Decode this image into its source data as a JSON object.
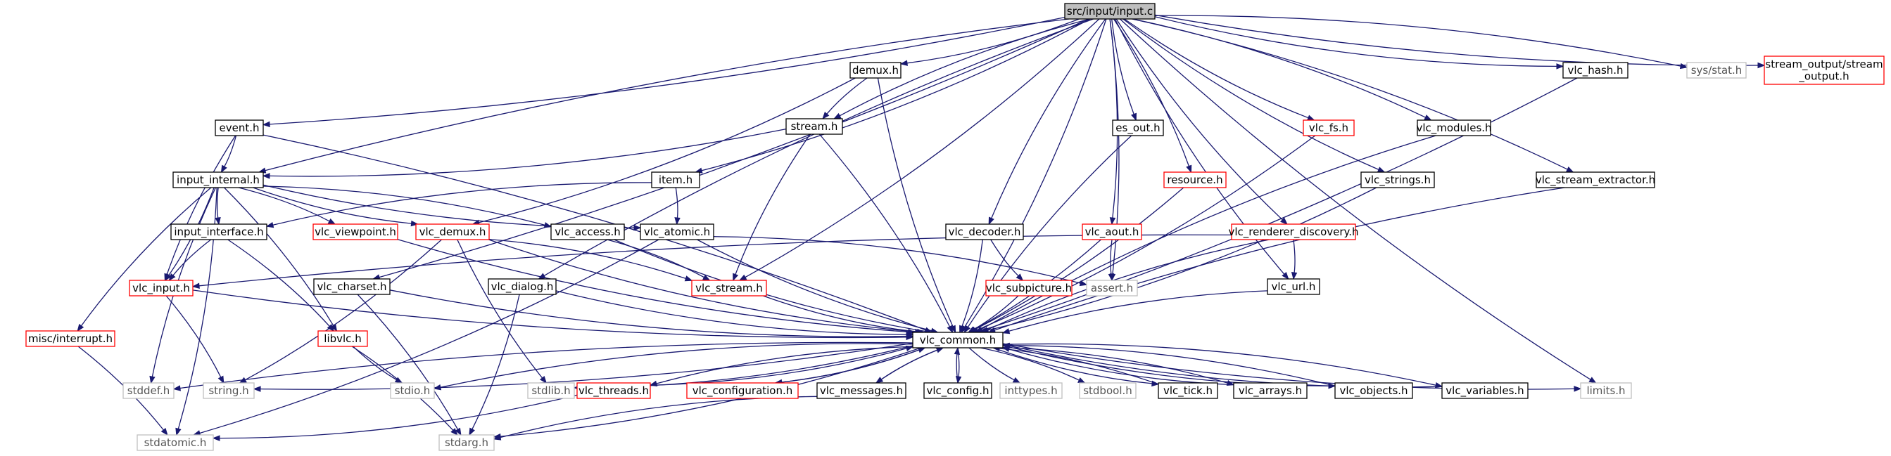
{
  "graph": {
    "title": "src/input/input.c",
    "colors": {
      "root_fill": "#bfbfbf",
      "root_border": "#000000",
      "documented_border": "#000000",
      "undocumented_border": "#ff0000",
      "external_border": "#bfbfbf",
      "external_text": "#555555",
      "edge": "#191970"
    },
    "nodes": [
      {
        "id": "input_c",
        "kind": "root",
        "label": [
          "src/input/input.c"
        ]
      },
      {
        "id": "event_h",
        "kind": "doc",
        "label": [
          "event.h"
        ]
      },
      {
        "id": "input_internal_h",
        "kind": "doc",
        "label": [
          "input_internal.h"
        ]
      },
      {
        "id": "demux_h",
        "kind": "doc",
        "label": [
          "demux.h"
        ]
      },
      {
        "id": "stream_h",
        "kind": "doc",
        "label": [
          "stream.h"
        ]
      },
      {
        "id": "item_h",
        "kind": "doc",
        "label": [
          "item.h"
        ]
      },
      {
        "id": "es_out_h",
        "kind": "doc",
        "label": [
          "es_out.h"
        ]
      },
      {
        "id": "resource_h",
        "kind": "red",
        "label": [
          "resource.h"
        ]
      },
      {
        "id": "vlc_fs_h",
        "kind": "red",
        "label": [
          "vlc_fs.h"
        ]
      },
      {
        "id": "vlc_modules_h",
        "kind": "doc",
        "label": [
          "vlc_modules.h"
        ]
      },
      {
        "id": "vlc_strings_h",
        "kind": "doc",
        "label": [
          "vlc_strings.h"
        ]
      },
      {
        "id": "vlc_stream_extractor_h",
        "kind": "doc",
        "label": [
          "vlc_stream_extractor.h"
        ]
      },
      {
        "id": "vlc_hash_h",
        "kind": "doc",
        "label": [
          "vlc_hash.h"
        ]
      },
      {
        "id": "sys_stat_h",
        "kind": "ext",
        "label": [
          "sys/stat.h"
        ]
      },
      {
        "id": "stream_output_h",
        "kind": "red",
        "label": [
          "stream_output/stream",
          "_output.h"
        ]
      },
      {
        "id": "input_interface_h",
        "kind": "doc",
        "label": [
          "input_interface.h"
        ]
      },
      {
        "id": "vlc_viewpoint_h",
        "kind": "red",
        "label": [
          "vlc_viewpoint.h"
        ]
      },
      {
        "id": "vlc_demux_h",
        "kind": "red",
        "label": [
          "vlc_demux.h"
        ]
      },
      {
        "id": "vlc_access_h",
        "kind": "doc",
        "label": [
          "vlc_access.h"
        ]
      },
      {
        "id": "vlc_atomic_h",
        "kind": "doc",
        "label": [
          "vlc_atomic.h"
        ]
      },
      {
        "id": "vlc_decoder_h",
        "kind": "doc",
        "label": [
          "vlc_decoder.h"
        ]
      },
      {
        "id": "vlc_aout_h",
        "kind": "red",
        "label": [
          "vlc_aout.h"
        ]
      },
      {
        "id": "vlc_renderer_discovery_h",
        "kind": "red",
        "label": [
          "vlc_renderer_discovery.h"
        ]
      },
      {
        "id": "vlc_input_h",
        "kind": "red",
        "label": [
          "vlc_input.h"
        ]
      },
      {
        "id": "vlc_charset_h",
        "kind": "doc",
        "label": [
          "vlc_charset.h"
        ]
      },
      {
        "id": "vlc_dialog_h",
        "kind": "doc",
        "label": [
          "vlc_dialog.h"
        ]
      },
      {
        "id": "vlc_stream_h",
        "kind": "red",
        "label": [
          "vlc_stream.h"
        ]
      },
      {
        "id": "vlc_subpicture_h",
        "kind": "red",
        "label": [
          "vlc_subpicture.h"
        ]
      },
      {
        "id": "assert_h",
        "kind": "ext",
        "label": [
          "assert.h"
        ]
      },
      {
        "id": "vlc_url_h",
        "kind": "doc",
        "label": [
          "vlc_url.h"
        ]
      },
      {
        "id": "misc_interrupt_h",
        "kind": "red",
        "label": [
          "misc/interrupt.h"
        ]
      },
      {
        "id": "libvlc_h",
        "kind": "red",
        "label": [
          "libvlc.h"
        ]
      },
      {
        "id": "vlc_common_h",
        "kind": "doc",
        "label": [
          "vlc_common.h"
        ]
      },
      {
        "id": "stddef_h",
        "kind": "ext",
        "label": [
          "stddef.h"
        ]
      },
      {
        "id": "string_h",
        "kind": "ext",
        "label": [
          "string.h"
        ]
      },
      {
        "id": "stdio_h",
        "kind": "ext",
        "label": [
          "stdio.h"
        ]
      },
      {
        "id": "stdlib_h",
        "kind": "ext",
        "label": [
          "stdlib.h"
        ]
      },
      {
        "id": "vlc_threads_h",
        "kind": "red",
        "label": [
          "vlc_threads.h"
        ]
      },
      {
        "id": "vlc_configuration_h",
        "kind": "red",
        "label": [
          "vlc_configuration.h"
        ]
      },
      {
        "id": "vlc_messages_h",
        "kind": "doc",
        "label": [
          "vlc_messages.h"
        ]
      },
      {
        "id": "vlc_config_h",
        "kind": "doc",
        "label": [
          "vlc_config.h"
        ]
      },
      {
        "id": "inttypes_h",
        "kind": "ext",
        "label": [
          "inttypes.h"
        ]
      },
      {
        "id": "stdbool_h",
        "kind": "ext",
        "label": [
          "stdbool.h"
        ]
      },
      {
        "id": "vlc_tick_h",
        "kind": "doc",
        "label": [
          "vlc_tick.h"
        ]
      },
      {
        "id": "vlc_arrays_h",
        "kind": "doc",
        "label": [
          "vlc_arrays.h"
        ]
      },
      {
        "id": "vlc_objects_h",
        "kind": "doc",
        "label": [
          "vlc_objects.h"
        ]
      },
      {
        "id": "vlc_variables_h",
        "kind": "doc",
        "label": [
          "vlc_variables.h"
        ]
      },
      {
        "id": "limits_h",
        "kind": "ext",
        "label": [
          "limits.h"
        ]
      },
      {
        "id": "stdatomic_h",
        "kind": "ext",
        "label": [
          "stdatomic.h"
        ]
      },
      {
        "id": "stdarg_h",
        "kind": "ext",
        "label": [
          "stdarg.h"
        ]
      }
    ],
    "edges": [
      [
        "input_c",
        "event_h"
      ],
      [
        "input_c",
        "input_internal_h"
      ],
      [
        "input_c",
        "demux_h"
      ],
      [
        "input_c",
        "stream_h"
      ],
      [
        "input_c",
        "item_h"
      ],
      [
        "input_c",
        "es_out_h"
      ],
      [
        "input_c",
        "resource_h"
      ],
      [
        "input_c",
        "vlc_fs_h"
      ],
      [
        "input_c",
        "vlc_modules_h"
      ],
      [
        "input_c",
        "vlc_strings_h"
      ],
      [
        "input_c",
        "vlc_stream_extractor_h"
      ],
      [
        "input_c",
        "vlc_hash_h"
      ],
      [
        "input_c",
        "sys_stat_h"
      ],
      [
        "input_c",
        "stream_output_h"
      ],
      [
        "input_c",
        "vlc_charset_h"
      ],
      [
        "input_c",
        "vlc_dialog_h"
      ],
      [
        "input_c",
        "vlc_stream_h"
      ],
      [
        "input_c",
        "vlc_decoder_h"
      ],
      [
        "input_c",
        "vlc_aout_h"
      ],
      [
        "input_c",
        "vlc_renderer_discovery_h"
      ],
      [
        "input_c",
        "assert_h"
      ],
      [
        "input_c",
        "vlc_url_h"
      ],
      [
        "input_c",
        "vlc_common_h"
      ],
      [
        "input_c",
        "limits_h"
      ],
      [
        "event_h",
        "input_internal_h"
      ],
      [
        "event_h",
        "vlc_input_h"
      ],
      [
        "event_h",
        "vlc_common_h"
      ],
      [
        "demux_h",
        "stream_h"
      ],
      [
        "demux_h",
        "vlc_demux_h"
      ],
      [
        "demux_h",
        "vlc_common_h"
      ],
      [
        "stream_h",
        "input_internal_h"
      ],
      [
        "stream_h",
        "vlc_stream_h"
      ],
      [
        "stream_h",
        "vlc_common_h"
      ],
      [
        "item_h",
        "input_interface_h"
      ],
      [
        "item_h",
        "vlc_atomic_h"
      ],
      [
        "input_internal_h",
        "input_interface_h"
      ],
      [
        "input_internal_h",
        "vlc_viewpoint_h"
      ],
      [
        "input_internal_h",
        "vlc_demux_h"
      ],
      [
        "input_internal_h",
        "vlc_access_h"
      ],
      [
        "input_internal_h",
        "vlc_atomic_h"
      ],
      [
        "input_internal_h",
        "vlc_input_h"
      ],
      [
        "input_internal_h",
        "misc_interrupt_h"
      ],
      [
        "input_internal_h",
        "libvlc_h"
      ],
      [
        "input_internal_h",
        "stddef_h"
      ],
      [
        "input_internal_h",
        "stdatomic_h"
      ],
      [
        "input_interface_h",
        "vlc_input_h"
      ],
      [
        "input_interface_h",
        "libvlc_h"
      ],
      [
        "vlc_viewpoint_h",
        "vlc_common_h"
      ],
      [
        "vlc_demux_h",
        "vlc_stream_h"
      ],
      [
        "vlc_demux_h",
        "vlc_common_h"
      ],
      [
        "vlc_demux_h",
        "string_h"
      ],
      [
        "vlc_demux_h",
        "stdlib_h"
      ],
      [
        "vlc_access_h",
        "vlc_stream_h"
      ],
      [
        "vlc_access_h",
        "vlc_common_h"
      ],
      [
        "vlc_atomic_h",
        "assert_h"
      ],
      [
        "vlc_atomic_h",
        "vlc_common_h"
      ],
      [
        "vlc_atomic_h",
        "stdatomic_h"
      ],
      [
        "es_out_h",
        "vlc_common_h"
      ],
      [
        "resource_h",
        "vlc_common_h"
      ],
      [
        "vlc_decoder_h",
        "vlc_subpicture_h"
      ],
      [
        "vlc_decoder_h",
        "vlc_common_h"
      ],
      [
        "vlc_aout_h",
        "assert_h"
      ],
      [
        "vlc_aout_h",
        "vlc_common_h"
      ],
      [
        "vlc_renderer_discovery_h",
        "vlc_input_h"
      ],
      [
        "vlc_renderer_discovery_h",
        "vlc_url_h"
      ],
      [
        "vlc_renderer_discovery_h",
        "vlc_common_h"
      ],
      [
        "vlc_fs_h",
        "vlc_common_h"
      ],
      [
        "vlc_modules_h",
        "vlc_common_h"
      ],
      [
        "vlc_strings_h",
        "vlc_common_h"
      ],
      [
        "vlc_stream_extractor_h",
        "vlc_common_h"
      ],
      [
        "vlc_hash_h",
        "vlc_common_h"
      ],
      [
        "vlc_input_h",
        "vlc_common_h"
      ],
      [
        "vlc_input_h",
        "string_h"
      ],
      [
        "vlc_charset_h",
        "vlc_common_h"
      ],
      [
        "vlc_charset_h",
        "stdarg_h"
      ],
      [
        "vlc_dialog_h",
        "vlc_common_h"
      ],
      [
        "vlc_dialog_h",
        "stdarg_h"
      ],
      [
        "vlc_stream_h",
        "vlc_common_h"
      ],
      [
        "vlc_subpicture_h",
        "vlc_common_h"
      ],
      [
        "vlc_url_h",
        "vlc_common_h"
      ],
      [
        "misc_interrupt_h",
        "stdatomic_h"
      ],
      [
        "libvlc_h",
        "stdio_h"
      ],
      [
        "libvlc_h",
        "stdarg_h"
      ],
      [
        "vlc_common_h",
        "stddef_h"
      ],
      [
        "vlc_common_h",
        "string_h"
      ],
      [
        "vlc_common_h",
        "stdio_h"
      ],
      [
        "vlc_common_h",
        "stdlib_h"
      ],
      [
        "vlc_common_h",
        "vlc_threads_h"
      ],
      [
        "vlc_common_h",
        "vlc_configuration_h"
      ],
      [
        "vlc_common_h",
        "vlc_messages_h"
      ],
      [
        "vlc_common_h",
        "vlc_config_h"
      ],
      [
        "vlc_common_h",
        "inttypes_h"
      ],
      [
        "vlc_common_h",
        "stdbool_h"
      ],
      [
        "vlc_common_h",
        "vlc_tick_h"
      ],
      [
        "vlc_common_h",
        "vlc_arrays_h"
      ],
      [
        "vlc_common_h",
        "vlc_objects_h"
      ],
      [
        "vlc_common_h",
        "vlc_variables_h"
      ],
      [
        "vlc_common_h",
        "limits_h"
      ],
      [
        "vlc_common_h",
        "stdarg_h"
      ],
      [
        "vlc_threads_h",
        "vlc_common_h"
      ],
      [
        "vlc_threads_h",
        "stdatomic_h"
      ],
      [
        "vlc_configuration_h",
        "vlc_common_h"
      ],
      [
        "vlc_messages_h",
        "vlc_common_h"
      ],
      [
        "vlc_messages_h",
        "stdarg_h"
      ],
      [
        "vlc_config_h",
        "vlc_common_h"
      ],
      [
        "vlc_tick_h",
        "vlc_common_h"
      ],
      [
        "vlc_arrays_h",
        "vlc_common_h"
      ],
      [
        "vlc_objects_h",
        "vlc_common_h"
      ],
      [
        "vlc_variables_h",
        "vlc_common_h"
      ]
    ]
  }
}
